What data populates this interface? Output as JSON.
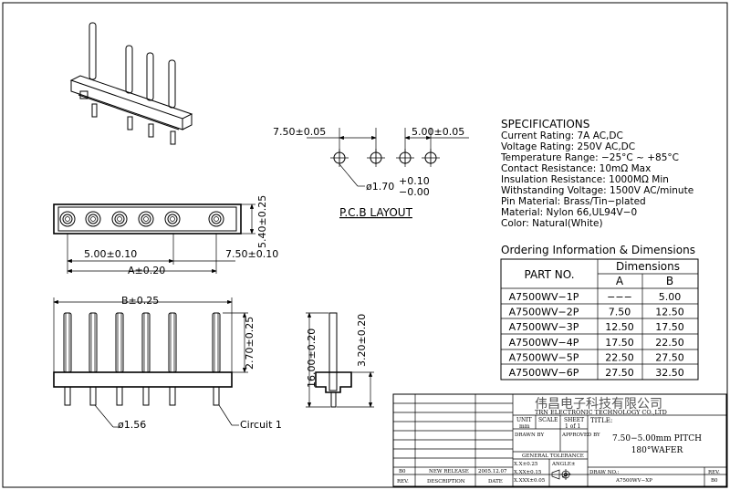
{
  "specs": {
    "title": "SPECIFICATIONS",
    "lines": [
      "Current Rating: 7A AC,DC",
      "Voltage Rating: 250V AC,DC",
      "Temperature Range: −25°C ~ +85°C",
      "Contact Resistance: 10mΩ Max",
      "Insulation Resistance: 1000MΩ Min",
      "Withstanding Voltage: 1500V AC/minute",
      "Pin Material: Brass/Tin−plated",
      "Material: Nylon 66,UL94V−0",
      "Color: Natural(White)"
    ]
  },
  "ordering": {
    "title": "Ordering Information & Dimensions",
    "col_part": "PART NO.",
    "col_dimensions": "Dimensions",
    "col_a": "A",
    "col_b": "B",
    "rows": [
      {
        "part": "A7500WV−1P",
        "a": "−−−",
        "b": "5.00"
      },
      {
        "part": "A7500WV−2P",
        "a": "7.50",
        "b": "12.50"
      },
      {
        "part": "A7500WV−3P",
        "a": "12.50",
        "b": "17.50"
      },
      {
        "part": "A7500WV−4P",
        "a": "17.50",
        "b": "22.50"
      },
      {
        "part": "A7500WV−5P",
        "a": "22.50",
        "b": "27.50"
      },
      {
        "part": "A7500WV−6P",
        "a": "27.50",
        "b": "32.50"
      }
    ]
  },
  "pcb": {
    "dim_left": "7.50±0.05",
    "dim_right": "5.00±0.05",
    "hole_prefix": "ø1.70",
    "hole_plus": "+0.10",
    "hole_minus": "−0.00",
    "label": "P.C.B LAYOUT"
  },
  "top_view": {
    "height": "5.40±0.25",
    "pitch": "5.00±0.10",
    "end_pitch": "7.50±0.10",
    "a_dim": "A±0.20"
  },
  "front_view": {
    "b_dim": "B±0.25",
    "pin_top": "2.70±0.25",
    "pin_dia": "ø1.56",
    "circuit": "Circuit 1"
  },
  "side_view": {
    "total": "16.00±0.20",
    "bottom": "3.20±0.20"
  },
  "title_block": {
    "company_cn": "伟昌电子科技有限公司",
    "company_en": "TRN ELECTRONIC TECHNOLOGY CO.,LTD",
    "unit_label": "UNIT",
    "unit_value": "mm",
    "scale_label": "SCALE",
    "sheet_label": "SHEET",
    "sheet_value": "1 of 1",
    "title_label": "TITLE:",
    "title_line1": "7.50−5.00mm PITCH",
    "title_line2": "180°WAFER",
    "drawn_by": "DRAWN BY",
    "approved_by": "APPROVED BY",
    "general_tolerance": "GENERAL TOLERANCE",
    "tol1": "X.X±0.25",
    "tol2": "X.XX±0.15",
    "tol3": "X.XXX±0.05",
    "angle": "ANGLE±",
    "drawing_no_label": "DRAW NO.:",
    "drawing_no": "A7500WV−XP",
    "rev_label": "REV.",
    "rev_value": "B0",
    "rev_entry": {
      "rev": "B0",
      "desc": "NEW RELEASE",
      "date": "2005.12.07"
    },
    "col_rev": "REV.",
    "col_desc": "DESCRIPTION",
    "col_date": "DATE"
  }
}
